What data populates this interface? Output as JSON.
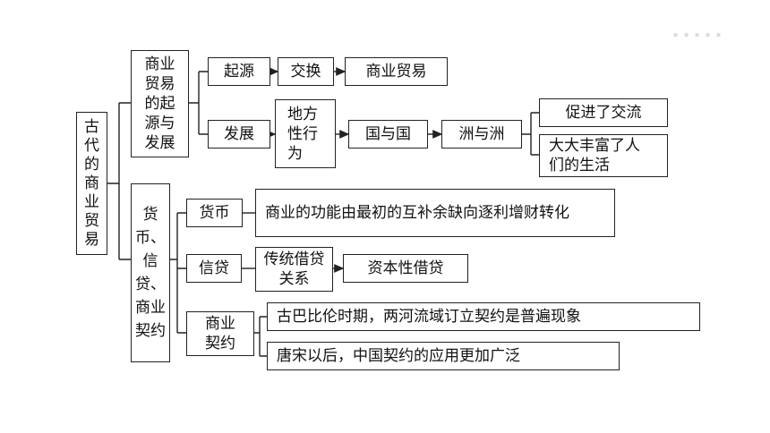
{
  "root": {
    "label": "古代的商业贸易"
  },
  "branch1": {
    "label": "商业贸易的起源与发展",
    "origin": {
      "label": "起源",
      "step": "交换",
      "result": "商业贸易"
    },
    "development": {
      "label": "发展",
      "stage1": "地方性行为",
      "stage2": "国与国",
      "stage3": "洲与洲",
      "outcomes": [
        "促进了交流",
        "大大丰富了人们的生活"
      ]
    }
  },
  "branch2": {
    "label": "货币、信贷、商业契约",
    "currency": {
      "label": "货币",
      "detail": "商业的功能由最初的互补余缺向逐利增财转化"
    },
    "credit": {
      "label": "信贷",
      "stage1": "传统借贷关系",
      "stage2": "资本性借贷"
    },
    "contract": {
      "label": "商业契约",
      "points": [
        "古巴比伦时期，两河流域订立契约是普遍现象",
        "唐宋以后，中国契约的应用更加广泛"
      ]
    }
  }
}
